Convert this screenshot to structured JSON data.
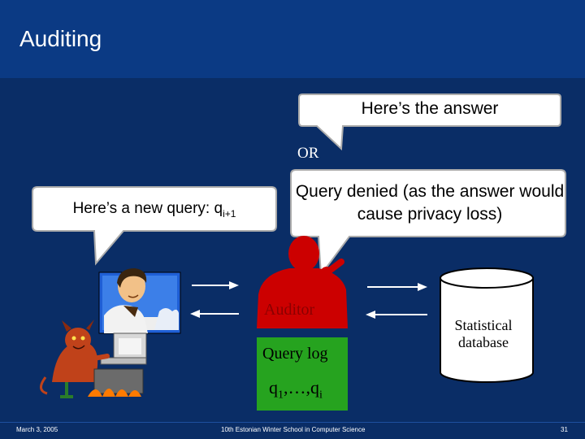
{
  "slide": {
    "title": "Auditing",
    "footer_date": "March 3, 2005",
    "footer_event": "10th Estonian Winter School in Computer Science",
    "page_number": "31"
  },
  "diagram": {
    "answer_bubble": "Here’s the answer",
    "or_label": "OR",
    "denied_bubble": "Query denied (as the answer would cause privacy loss)",
    "query_bubble_prefix": "Here’s a new query: q",
    "query_bubble_subscript": "i+1",
    "auditor_label": "Auditor",
    "query_log_label": "Query log",
    "query_log_first": "q",
    "query_log_first_sub": "1",
    "query_log_sep": ",…,q",
    "query_log_last_sub": "i",
    "database_label": "Statistical database"
  },
  "colors": {
    "background": "#0a2d66",
    "header": "#0b3a84",
    "auditor_red": "#cc0000",
    "query_log_green": "#26a31f",
    "bubble_fill": "#ffffff"
  }
}
